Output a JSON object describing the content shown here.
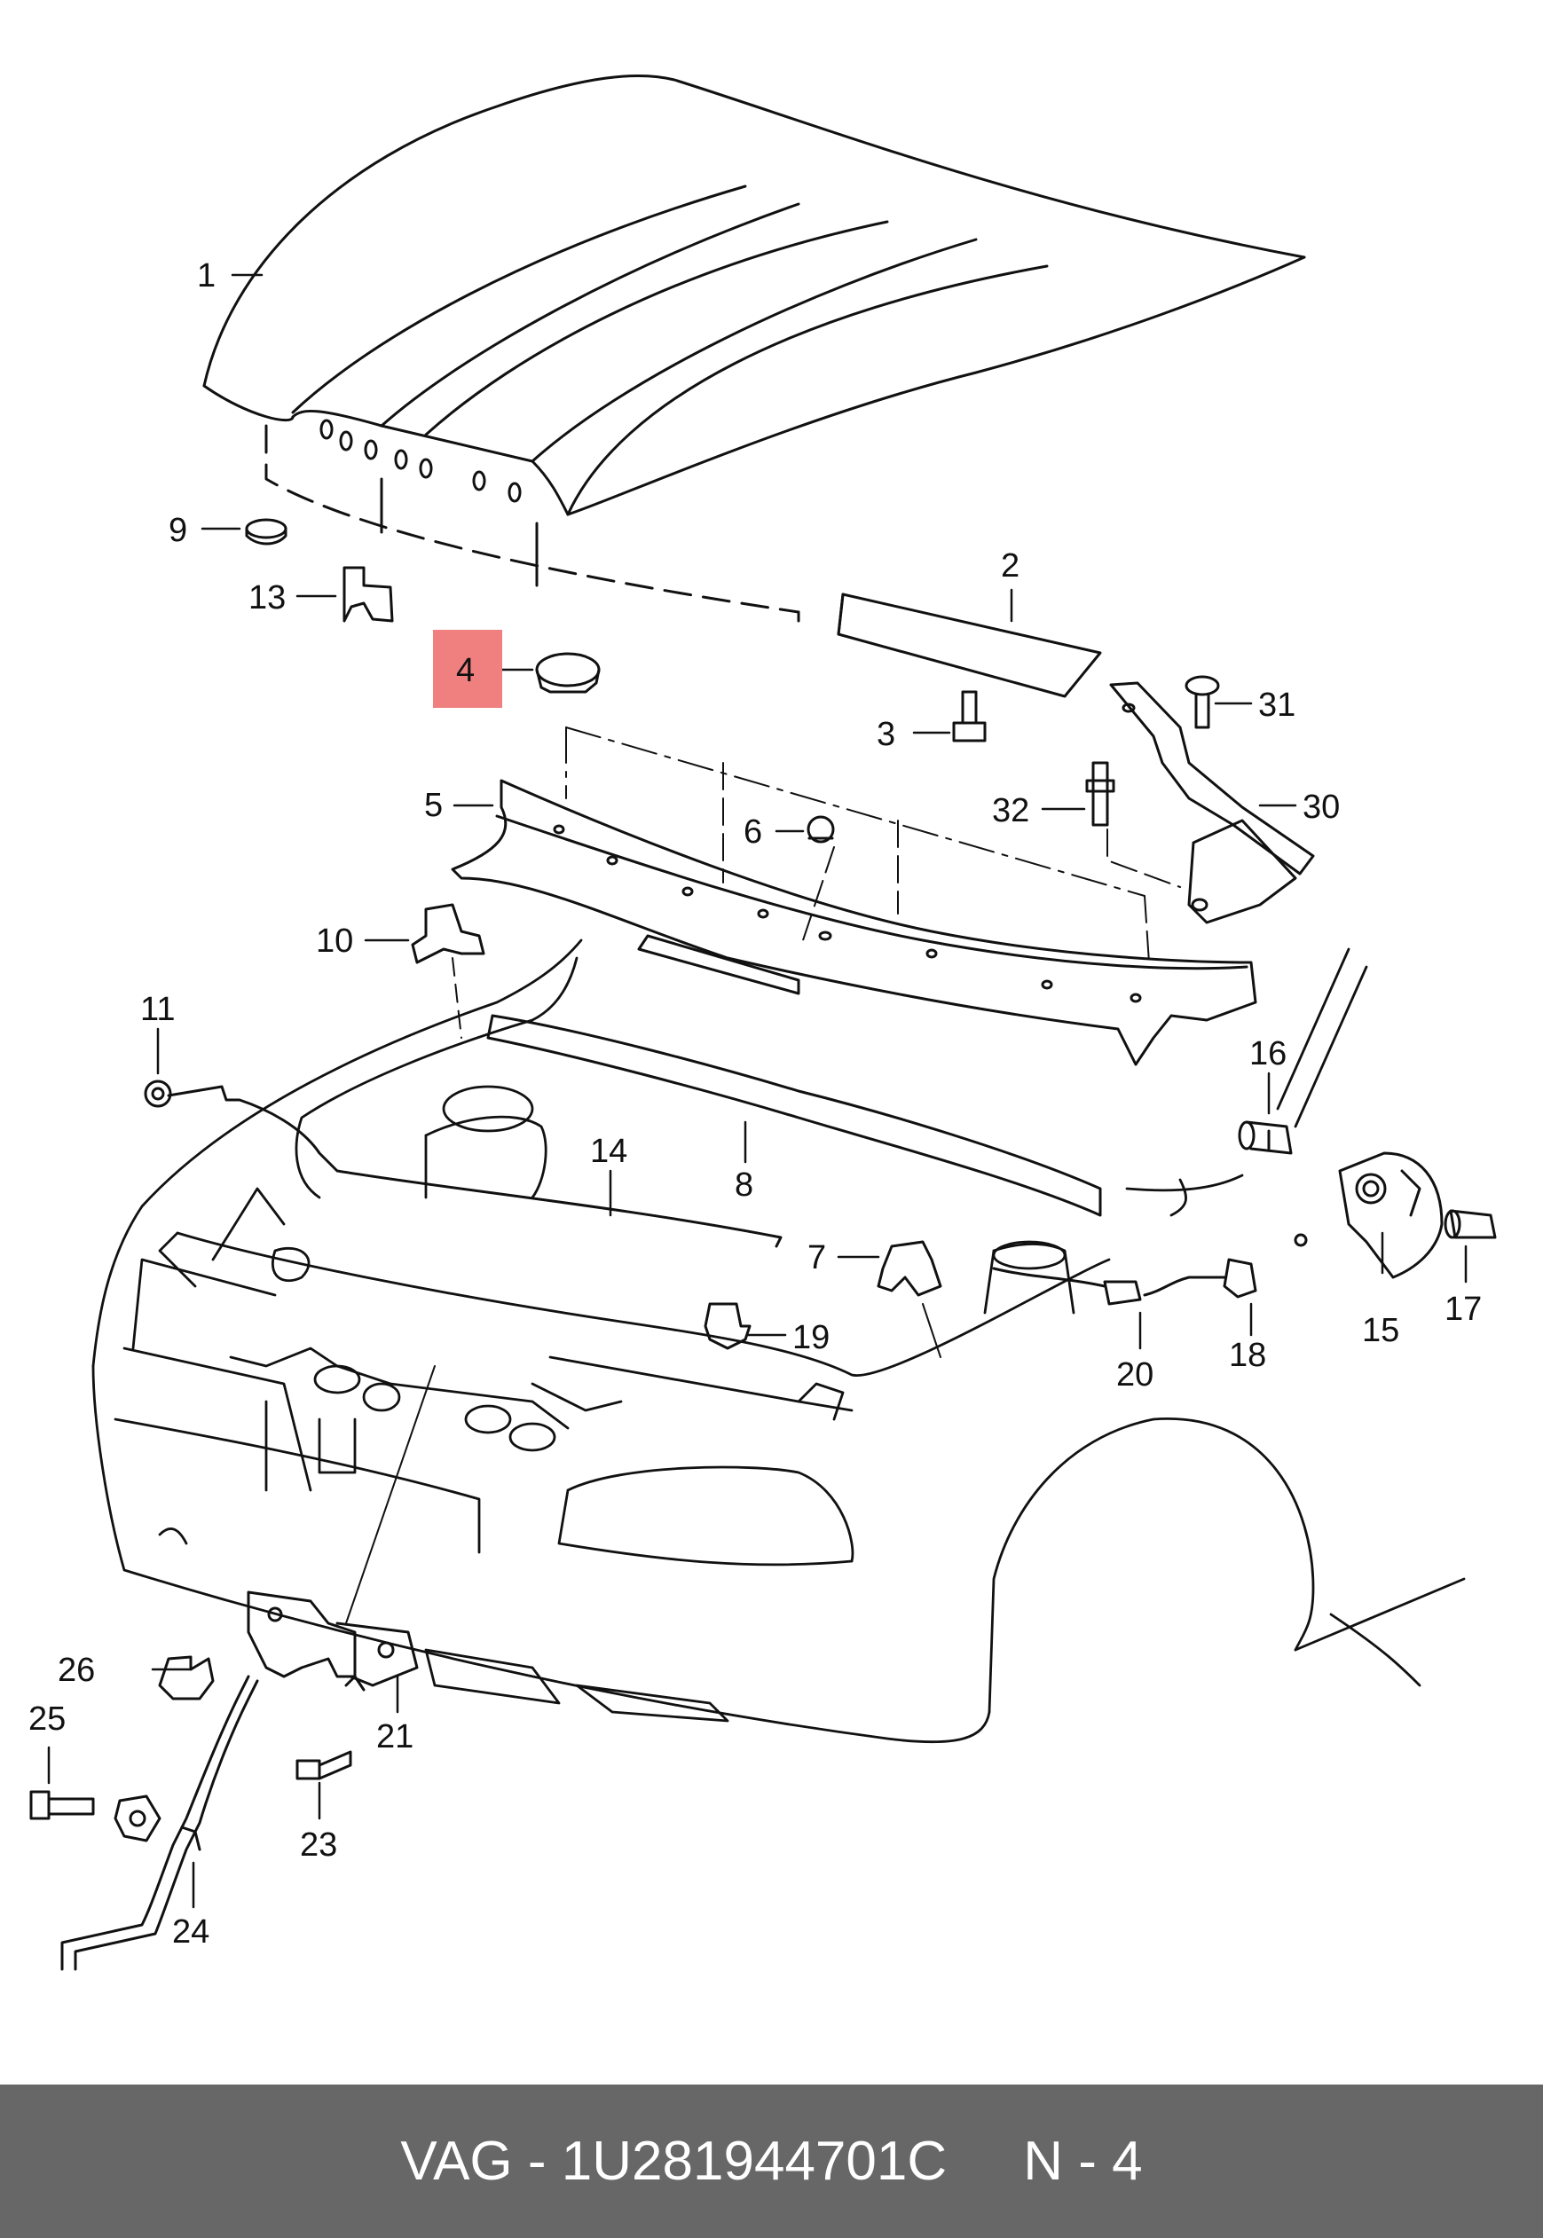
{
  "diagram": {
    "callouts": {
      "c1": "1",
      "c2": "2",
      "c3": "3",
      "c4": "4",
      "c5": "5",
      "c6": "6",
      "c7": "7",
      "c8": "8",
      "c9": "9",
      "c10": "10",
      "c11": "11",
      "c13": "13",
      "c14": "14",
      "c15": "15",
      "c16": "16",
      "c17": "17",
      "c18": "18",
      "c19": "19",
      "c20": "20",
      "c21": "21",
      "c23": "23",
      "c24": "24",
      "c25": "25",
      "c26": "26",
      "c30": "30",
      "c31": "31",
      "c32": "32"
    },
    "highlight_color": "#f08080"
  },
  "footer": {
    "brand": "VAG",
    "sep1": " - ",
    "part_number": "1U281944701C",
    "gap": "     ",
    "position_label": "N - 4"
  }
}
